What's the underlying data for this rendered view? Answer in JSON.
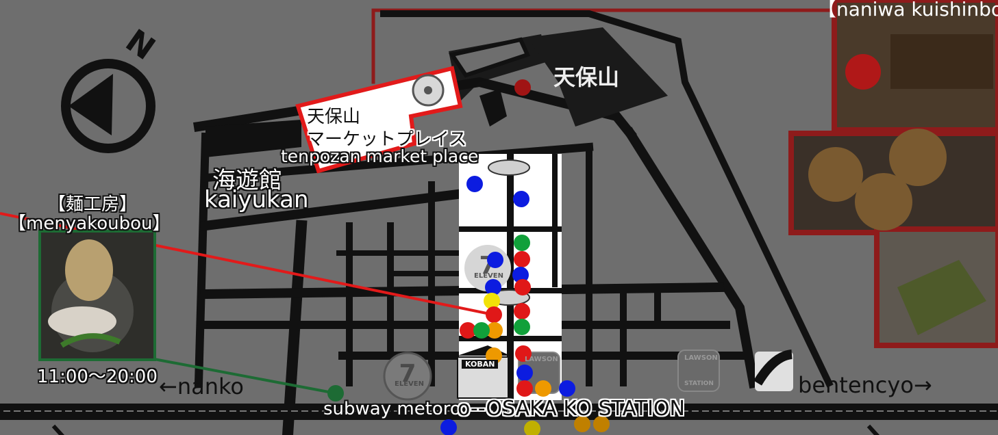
{
  "labels": {
    "tenpozan": "天保山",
    "market_jp_1": "天保山",
    "market_jp_2": "マーケットプレイス",
    "market_en": "tenpozan market place",
    "kaiyukan_jp": "海遊館",
    "kaiyukan_en": "kaiyukan",
    "menya_jp": "【麺工房】",
    "menya_en": "【menyakoubou】",
    "hours": "11:00～20:00",
    "nanko": "←nanko",
    "bentencyo": "bentencyo→",
    "subway": "subway metoro",
    "station": "o--OSAKA KO STATION",
    "naniwa": "【naniwa kuishinbo",
    "compass_letter": "N",
    "seven_eleven": "ELEVEN",
    "koban": "KOBAN",
    "lawson": "LAWSON",
    "lawson_station": "STATION"
  },
  "colors": {
    "background": "#6e6e6e",
    "road": "#111111",
    "highlight": "#e21a1a",
    "route_green": "#1d6b34",
    "frame_red": "#8e1b1b"
  },
  "icons": [
    "compass-icon",
    "ferris-wheel-icon",
    "seven-eleven-icon",
    "koban-icon",
    "lawson-icon",
    "train-icon"
  ]
}
